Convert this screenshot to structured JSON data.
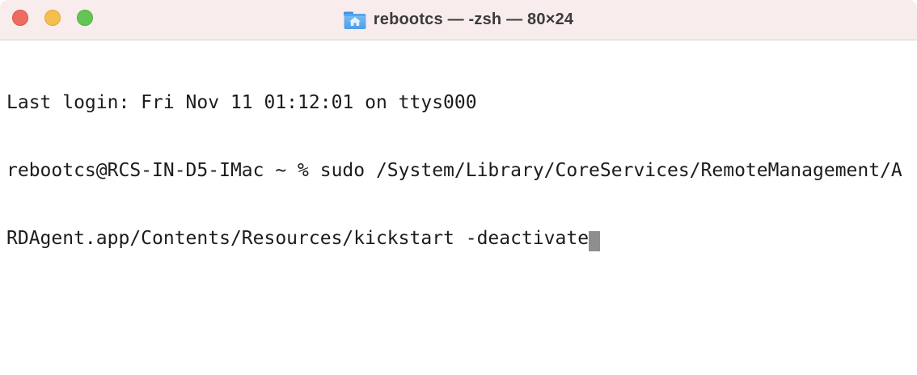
{
  "window": {
    "title": "rebootcs — -zsh — 80×24",
    "icon": "home-folder-icon",
    "traffic_lights": {
      "close_color": "#ed6b60",
      "minimize_color": "#f5bf4f",
      "zoom_color": "#62c554"
    },
    "colors": {
      "titlebar_bg": "#f9ecec",
      "titlebar_border": "#d8d2d2",
      "terminal_bg": "#ffffff",
      "terminal_text": "#1c1c1c",
      "cursor": "#8e8e8e",
      "folder_icon_blue": "#55a7ef"
    }
  },
  "terminal": {
    "columns": 80,
    "rows": 24,
    "lines": [
      "Last login: Fri Nov 11 01:12:01 on ttys000",
      "rebootcs@RCS-IN-D5-IMac ~ % sudo /System/Library/CoreServices/RemoteManagement/A",
      "RDAgent.app/Contents/Resources/kickstart -deactivate"
    ]
  }
}
